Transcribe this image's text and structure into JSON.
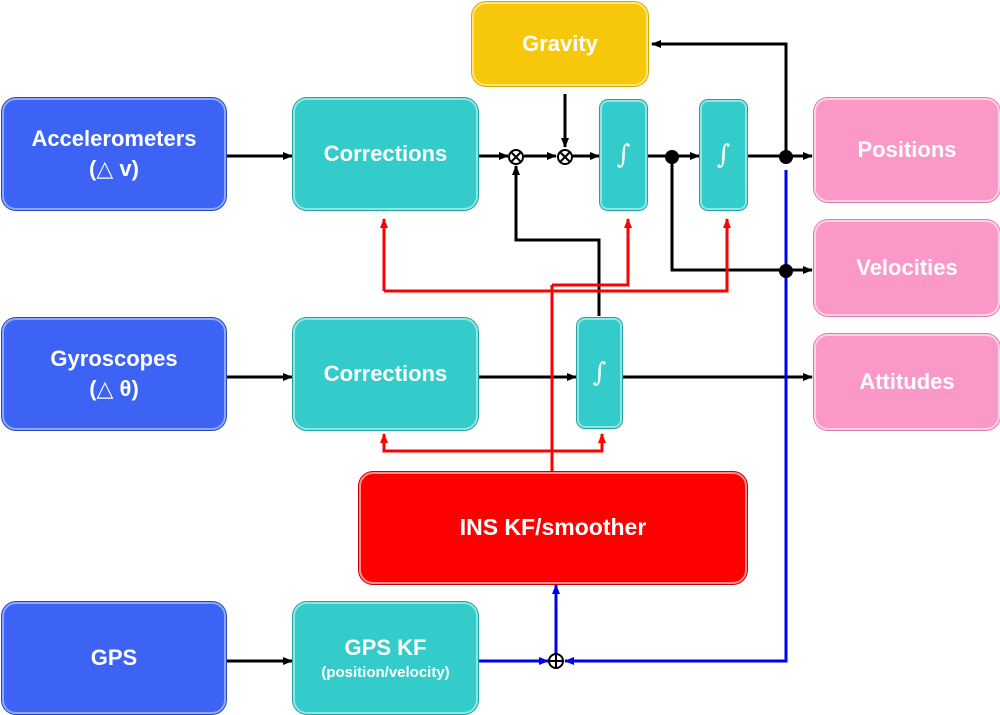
{
  "sensors": {
    "accelerometers": {
      "label": "Accelerometers",
      "sub": "(△ v)"
    },
    "gyroscopes": {
      "label": "Gyroscopes",
      "sub": "(△ θ)"
    },
    "gps": {
      "label": "GPS"
    }
  },
  "processing": {
    "corrections_accel": "Corrections",
    "corrections_gyro": "Corrections",
    "gravity": "Gravity",
    "gps_kf": {
      "label": "GPS KF",
      "sub": "(position/velocity)"
    },
    "ins_kf": "INS KF/smoother",
    "integrator_symbol": "∫"
  },
  "outputs": {
    "positions": "Positions",
    "velocities": "Velocities",
    "attitudes": "Attitudes"
  },
  "colors": {
    "sensor_blue": "#3d63f5",
    "processing_teal": "#34cccb",
    "output_pink": "#fa98c8",
    "gravity_yellow": "#f6c70a",
    "kalman_red": "#ff0000",
    "feedback_line": "#ff0000",
    "gps_line": "#0000ee",
    "signal_line": "#000000"
  }
}
